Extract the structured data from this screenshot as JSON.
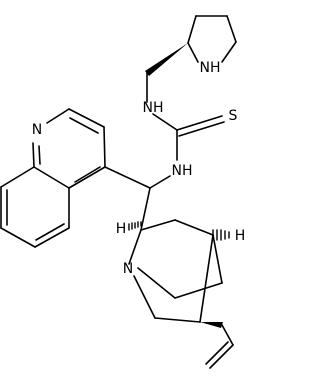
{
  "atoms": {
    "pyrrolidine_n": "NH",
    "thiourea_s": "S",
    "thiourea_n1": "NH",
    "thiourea_n2": "NH",
    "quinoline_n": "N",
    "quinuclidine_n": "N"
  },
  "stereo_marks": {
    "h1": "H",
    "h2": "H"
  }
}
